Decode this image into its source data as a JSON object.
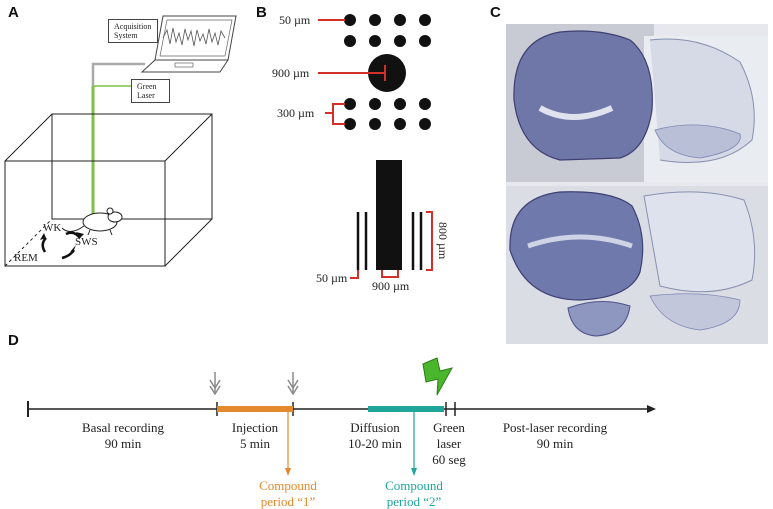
{
  "panels": {
    "a": "A",
    "b": "B",
    "c": "C",
    "d": "D"
  },
  "panel_a": {
    "acquisition_line1": "Acquisition",
    "acquisition_line2": "System",
    "laser_line1": "Green",
    "laser_line2": "Laser",
    "states": [
      "WK",
      "SWS",
      "REM"
    ]
  },
  "panel_b": {
    "label_50": "50 µm",
    "label_900": "900 µm",
    "label_300": "300 µm",
    "label_800": "800 µm",
    "label_50_bottom": "50 µm",
    "label_900_bottom": "900 µm"
  },
  "timeline": {
    "segments": [
      {
        "line1": "Basal recording",
        "line2": "90 min"
      },
      {
        "line1": "Injection",
        "line2": "5 min"
      },
      {
        "line1": "Diffusion",
        "line2": "10-20 min"
      },
      {
        "line1": "Green",
        "line2": "laser",
        "line3": "60 seg"
      },
      {
        "line1": "Post-laser recording",
        "line2": "90 min"
      }
    ],
    "compound1": {
      "line1": "Compound",
      "line2": "period “1”"
    },
    "compound2": {
      "line1": "Compound",
      "line2": "period “2”"
    },
    "colors": {
      "injection": "#e58a2c",
      "diffusion": "#1fa59a",
      "laser": "#49b62c",
      "electrode_line": "#d4302a"
    }
  }
}
